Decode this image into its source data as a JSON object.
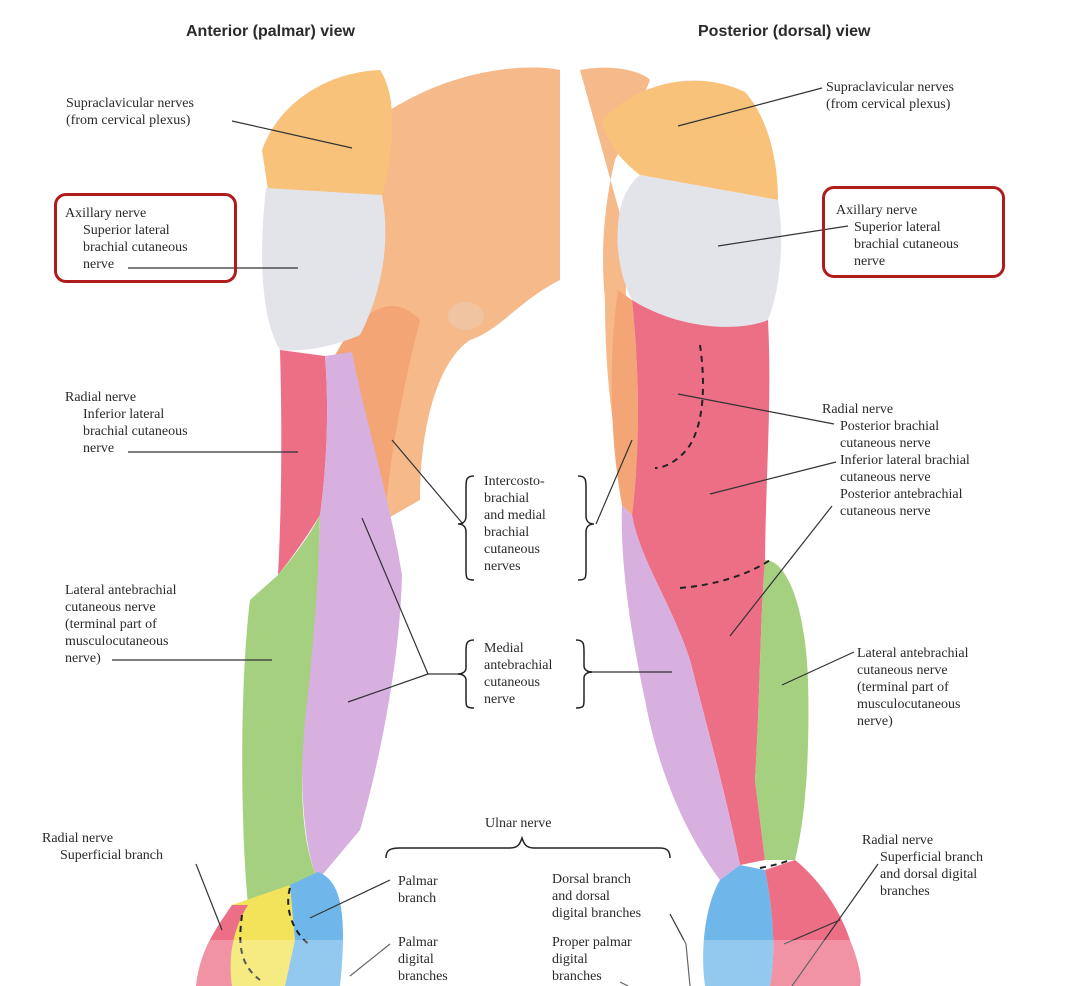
{
  "titles": {
    "anterior": "Anterior (palmar) view",
    "posterior": "Posterior (dorsal) view"
  },
  "anterior": {
    "supraclavicular": [
      "Supraclavicular nerves",
      "(from cervical plexus)"
    ],
    "axillary": [
      "Axillary nerve",
      "Superior lateral",
      "brachial cutaneous",
      "nerve"
    ],
    "radial": [
      "Radial nerve",
      "Inferior lateral",
      "brachial cutaneous",
      "nerve"
    ],
    "lateral_antebrachial": [
      "Lateral antebrachial",
      "cutaneous nerve",
      "(terminal part of",
      "musculocutaneous",
      "nerve)"
    ],
    "radial_superficial": [
      "Radial nerve",
      "Superficial branch"
    ],
    "palmar_branch": [
      "Palmar",
      "branch"
    ],
    "palmar_digital": [
      "Palmar",
      "digital",
      "branches"
    ]
  },
  "center": {
    "intercostobrachial": [
      "Intercosto-",
      "brachial",
      "and medial",
      "brachial",
      "cutaneous",
      "nerves"
    ],
    "medial_antebrachial": [
      "Medial",
      "antebrachial",
      "cutaneous",
      "nerve"
    ],
    "ulnar": "Ulnar nerve",
    "dorsal_branch": [
      "Dorsal branch",
      "and dorsal",
      "digital branches"
    ],
    "proper_palmar": [
      "Proper palmar",
      "digital",
      "branches"
    ]
  },
  "posterior": {
    "supraclavicular": [
      "Supraclavicular nerves",
      "(from cervical plexus)"
    ],
    "axillary": [
      "Axillary nerve",
      "Superior lateral",
      "brachial cutaneous",
      "nerve"
    ],
    "radial": [
      "Radial nerve",
      "Posterior brachial",
      "cutaneous nerve",
      "Inferior lateral brachial",
      "cutaneous nerve",
      "Posterior antebrachial",
      "cutaneous nerve"
    ],
    "lateral_antebrachial": [
      "Lateral antebrachial",
      "cutaneous nerve",
      "(terminal part of",
      "musculocutaneous",
      "nerve)"
    ],
    "radial_superficial": [
      "Radial nerve",
      "Superficial branch",
      "and dorsal digital",
      "branches"
    ]
  },
  "colors": {
    "supraclavicular": "#f8c27a",
    "axillary": "#e3e3ea",
    "radial": "#ec6f86",
    "medial": "#d7b0e0",
    "lateral": "#a5d080",
    "intercosto": "#f3a979",
    "ulnar": "#6fb6ea",
    "median": "#f3e35a",
    "highlight": "#b01c1c"
  }
}
